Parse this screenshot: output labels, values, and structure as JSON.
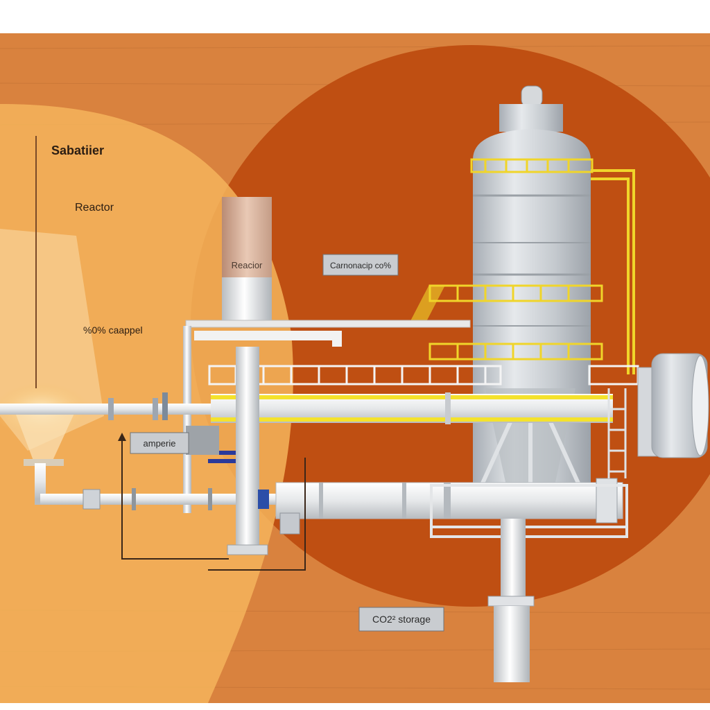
{
  "labels": {
    "title": "Sabatiier",
    "subtitle": "Reactor",
    "reactor_box": "Reacior",
    "carbon_tag": "Carnonacip co%",
    "percent_tag": "%0% caappel",
    "amperie_tag": "amperie",
    "storage_tag": "CO2² storage"
  },
  "colors": {
    "background_orange": "#d9823e",
    "circle_rust": "#bf4f12",
    "beam_yellow": "#f7c46a",
    "steel": "#c9cdd2",
    "railing_yellow": "#f0d52a",
    "pipe_white": "#eef0f2"
  }
}
